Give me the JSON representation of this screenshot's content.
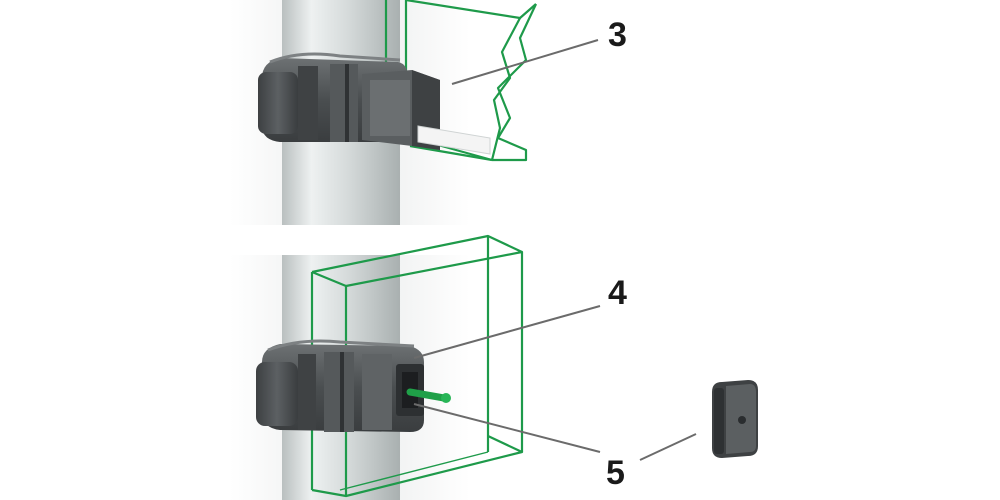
{
  "callouts": {
    "top": "3",
    "middle": "4",
    "bottom": "5"
  },
  "colors": {
    "laser_green": "#1e9a4a",
    "pole": "#d8dcdc",
    "clamp_dark": "#4a4d4f",
    "clamp_mid": "#6a6e70",
    "leader": "#6b6b6b"
  }
}
